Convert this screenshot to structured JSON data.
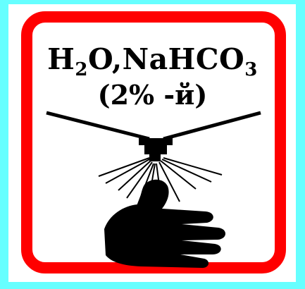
{
  "sign": {
    "formula": {
      "part1": "H",
      "sub1": "2",
      "part2": "O,NaHCO",
      "sub2": "3"
    },
    "concentration": "(2% -й)"
  },
  "icons": {
    "washing_hand": "hand-under-water-spray-icon"
  },
  "colors": {
    "background": "#66ffff",
    "border": "#ff0000",
    "panel": "#ffffff",
    "ink": "#000000"
  }
}
